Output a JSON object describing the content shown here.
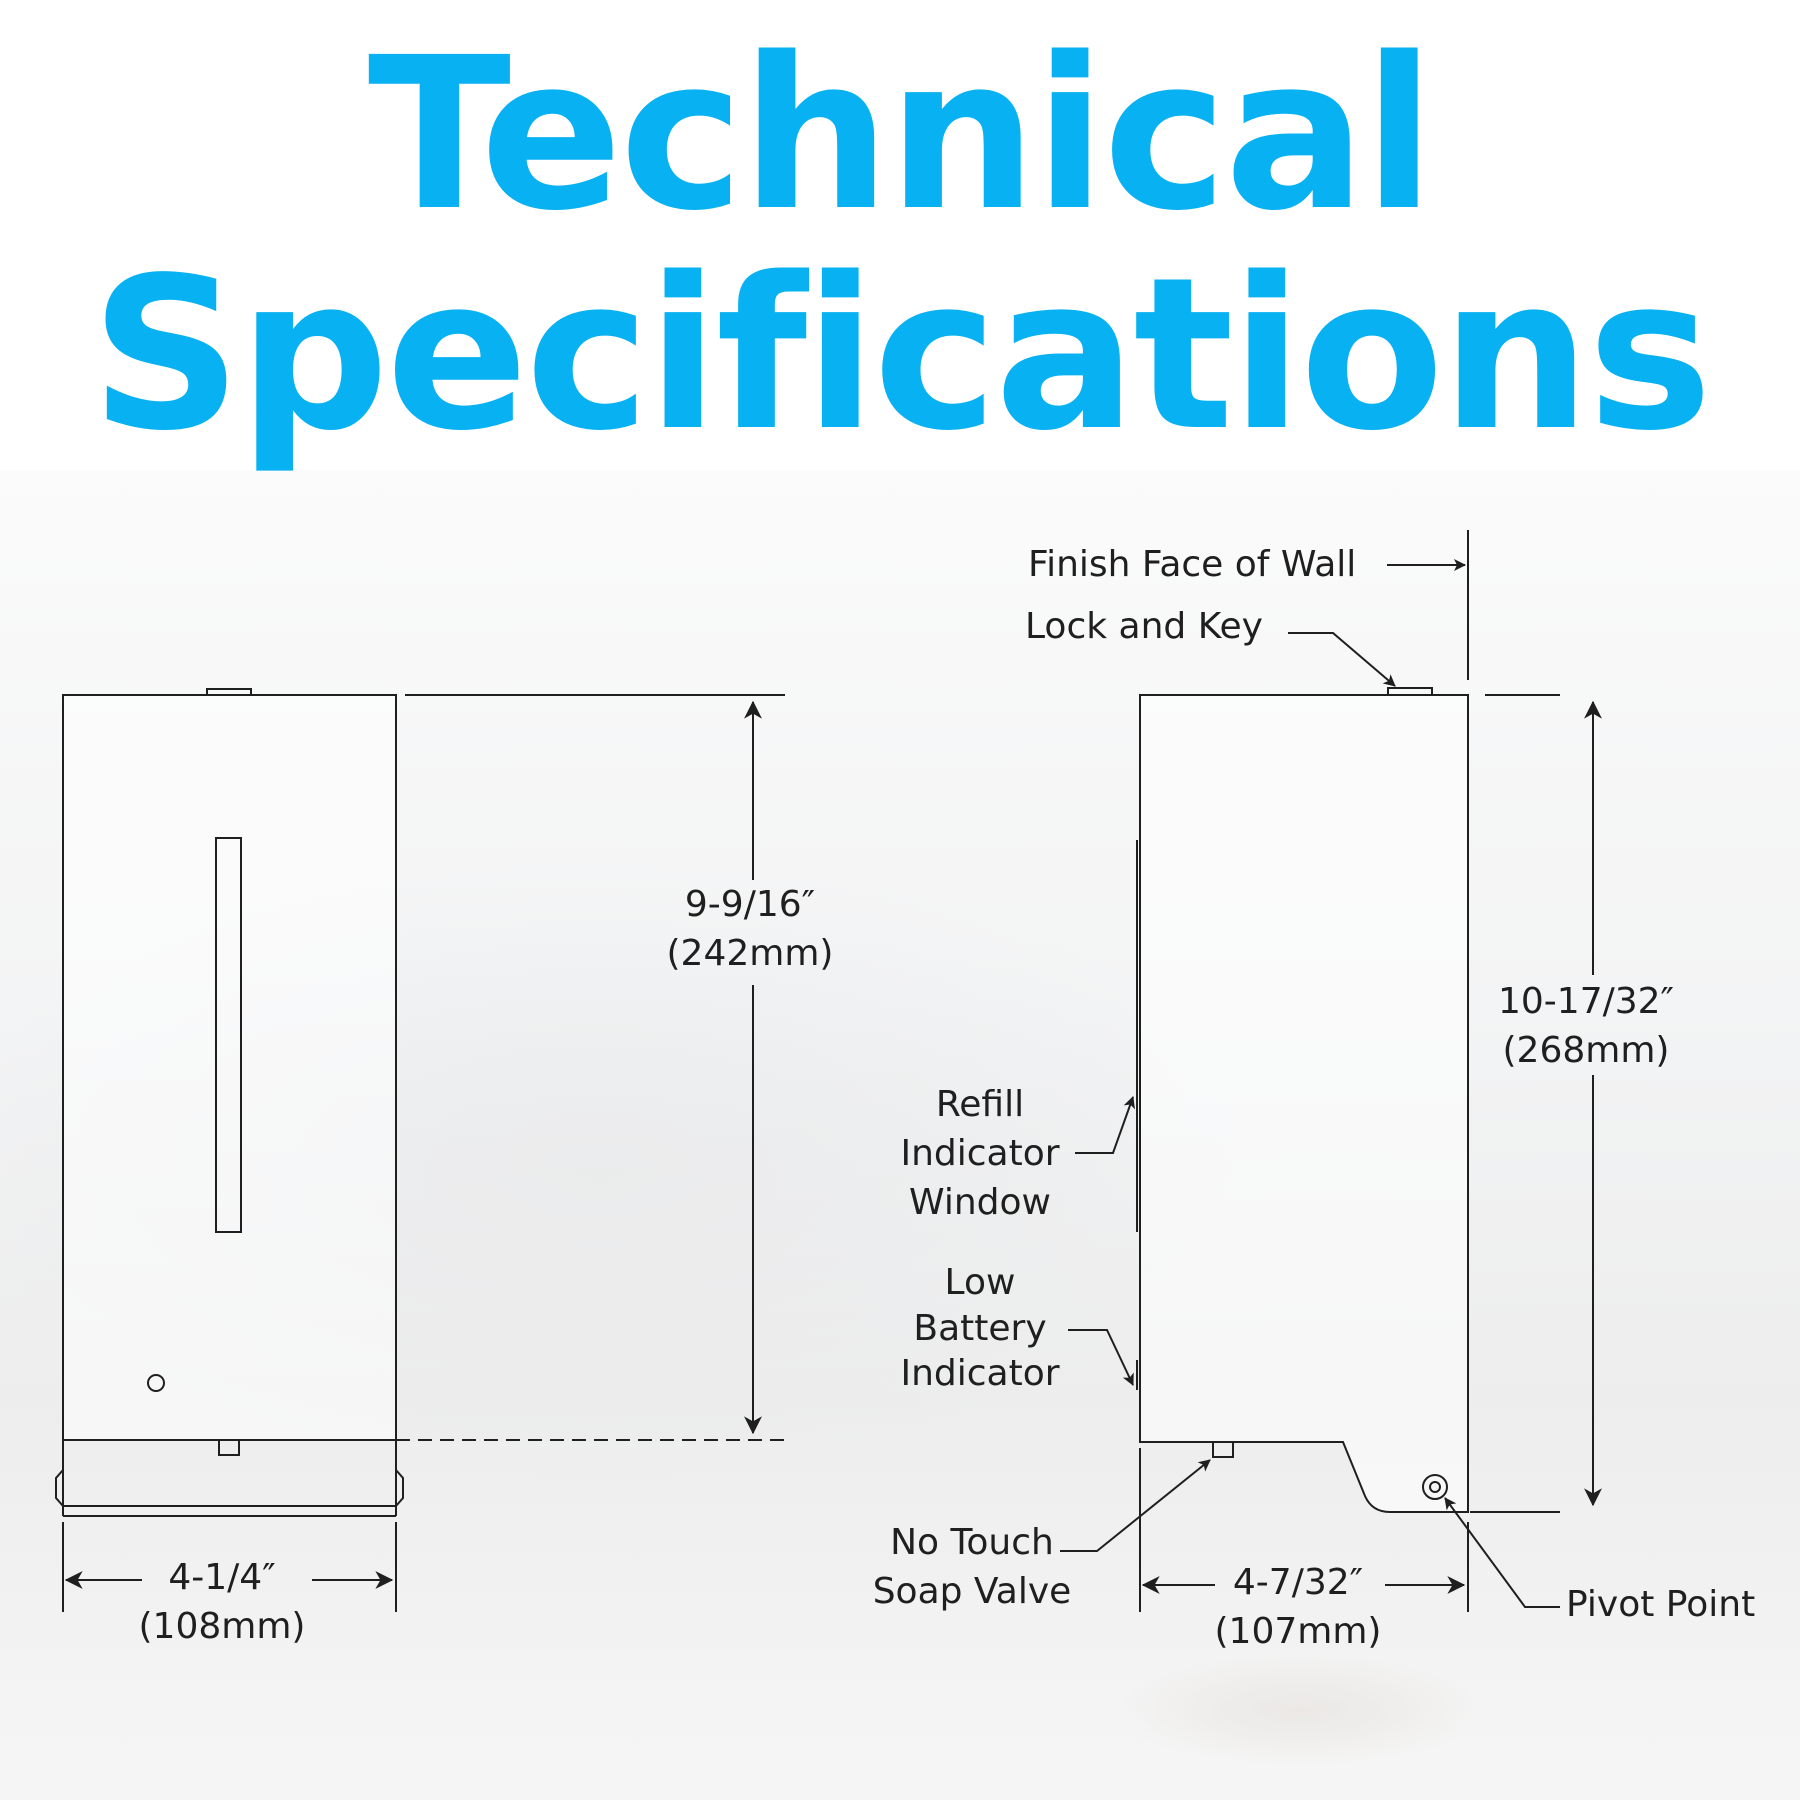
{
  "title": {
    "line1": "Technical",
    "line2": "Specifications"
  },
  "front_view": {
    "height_imperial": "9-9/16″",
    "height_metric": "(242mm)",
    "width_imperial": "4-1/4″",
    "width_metric": "(108mm)"
  },
  "side_view": {
    "wall_label": "Finish Face of Wall",
    "lock_label": "Lock and Key",
    "refill_label": [
      "Refill",
      "Indicator",
      "Window"
    ],
    "battery_label": [
      "Low",
      "Battery",
      "Indicator"
    ],
    "valve_label": [
      "No Touch",
      "Soap Valve"
    ],
    "pivot_label": "Pivot Point",
    "height_imperial": "10-17/32″",
    "height_metric": "(268mm)",
    "depth_imperial": "4-7/32″",
    "depth_metric": "(107mm)"
  },
  "colors": {
    "title": "#08b1f1",
    "line": "#1f1f1f"
  }
}
